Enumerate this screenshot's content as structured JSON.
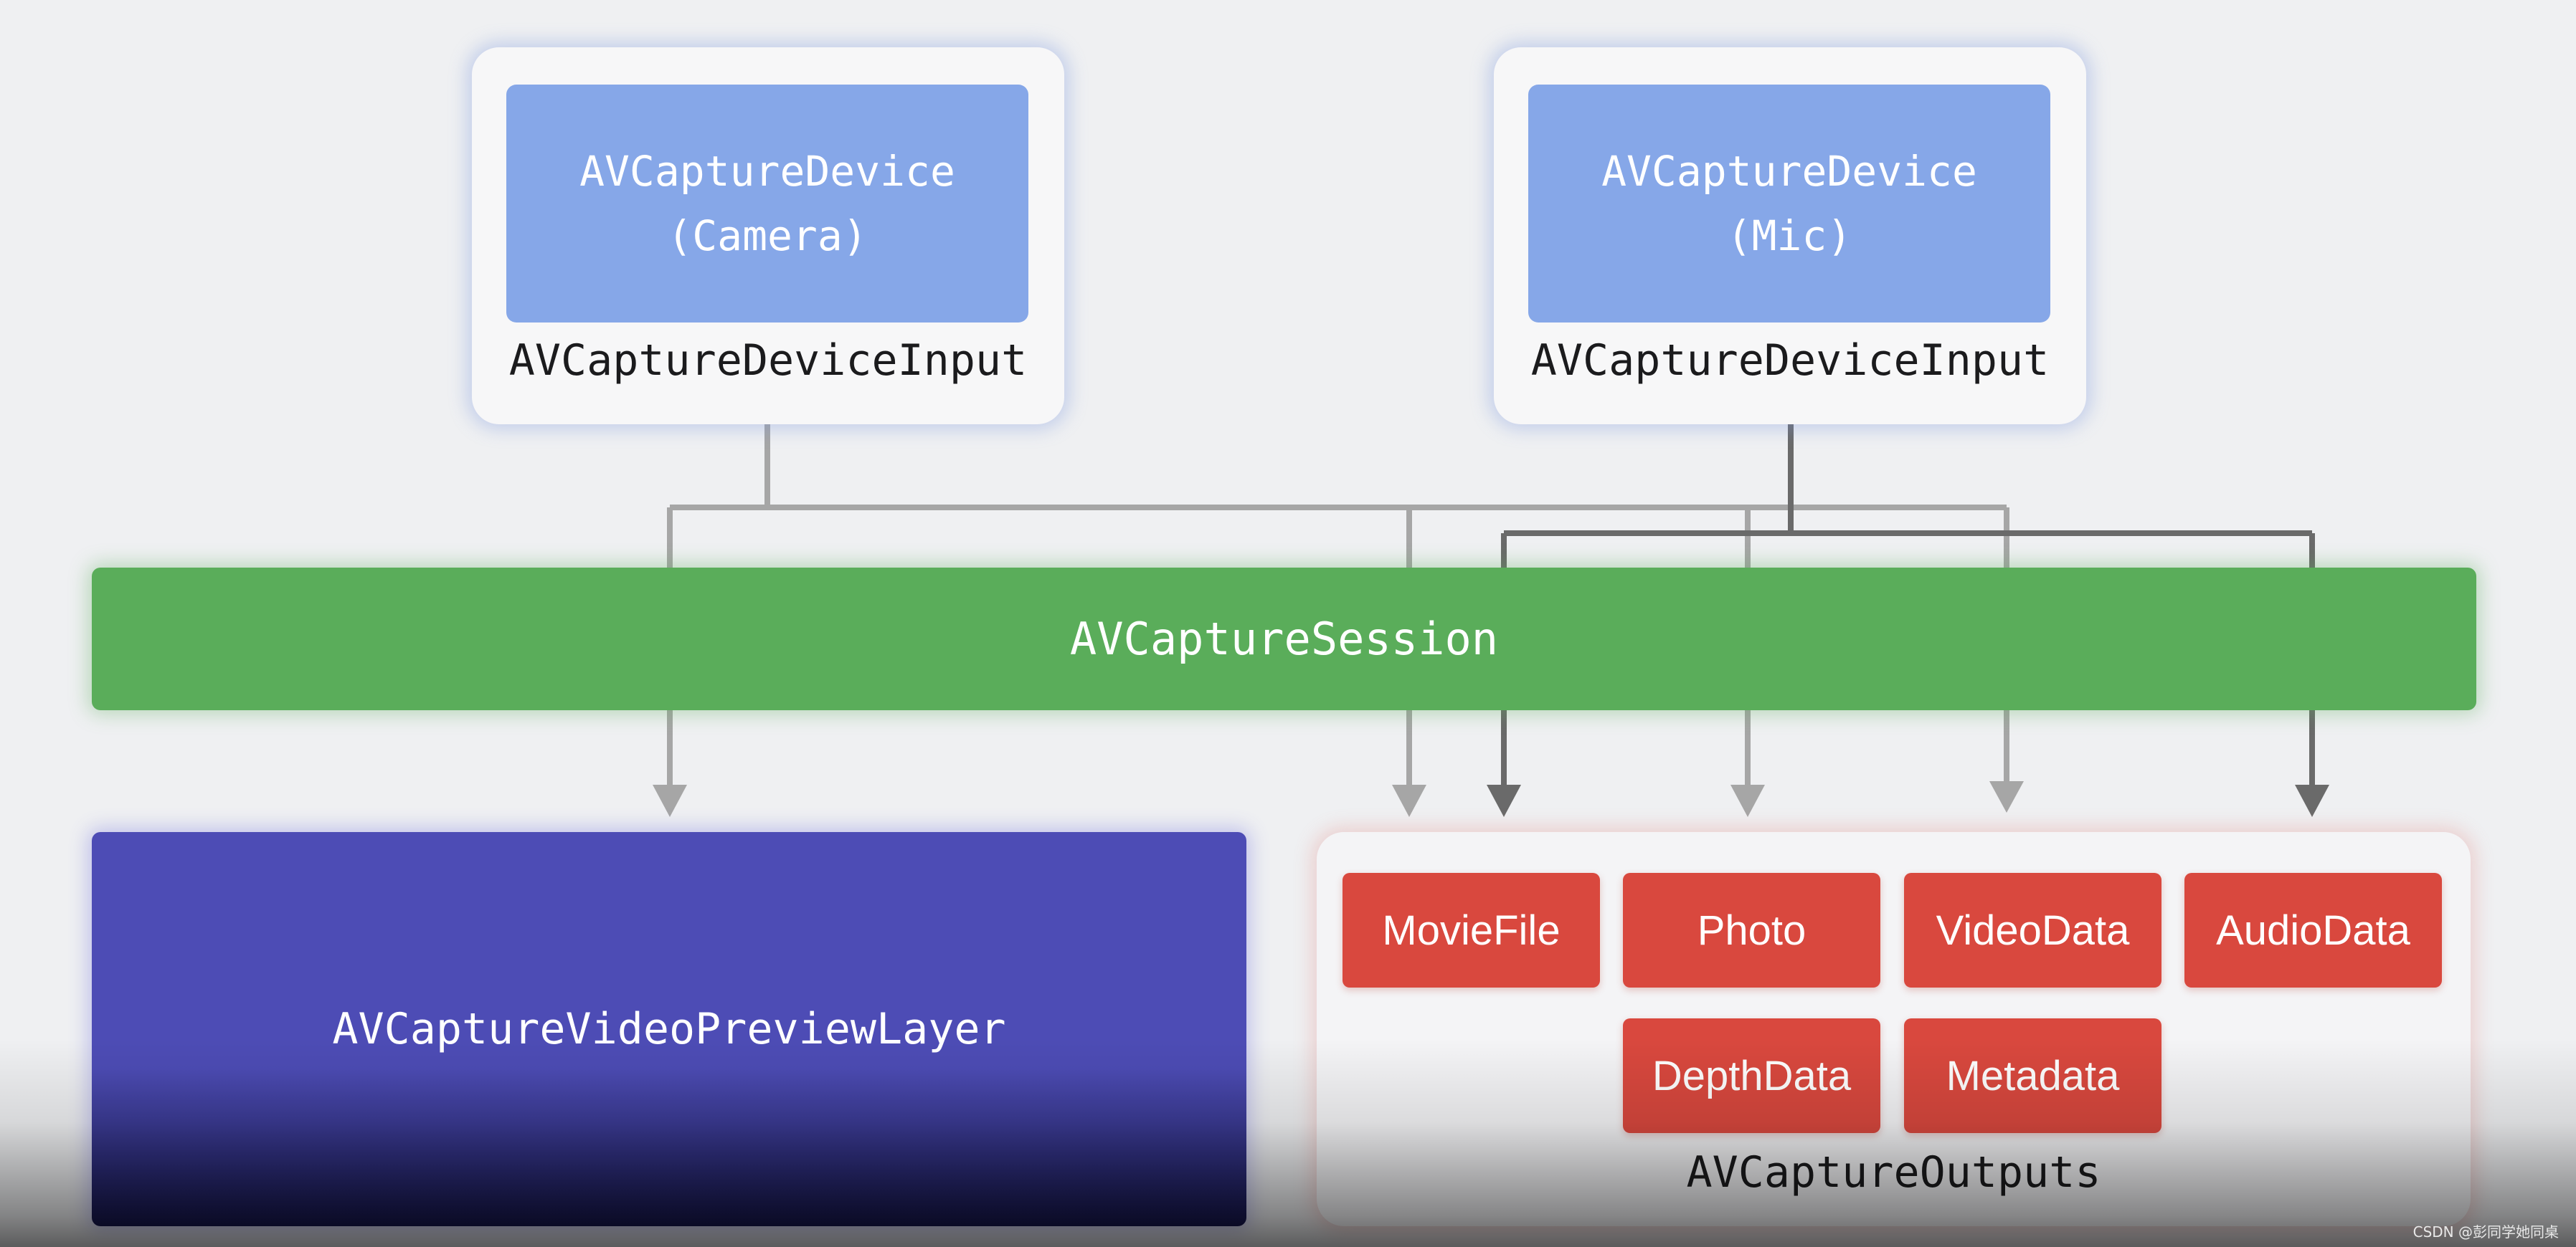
{
  "inputs": {
    "camera": {
      "device_line1": "AVCaptureDevice",
      "device_line2": "(Camera)",
      "label": "AVCaptureDeviceInput"
    },
    "mic": {
      "device_line1": "AVCaptureDevice",
      "device_line2": "(Mic)",
      "label": "AVCaptureDeviceInput"
    }
  },
  "session": {
    "label": "AVCaptureSession"
  },
  "preview": {
    "label": "AVCaptureVideoPreviewLayer"
  },
  "outputs": {
    "items": [
      "MovieFile",
      "Photo",
      "VideoData",
      "AudioData",
      "DepthData",
      "Metadata"
    ],
    "label": "AVCaptureOutputs"
  },
  "colors": {
    "device": "#86a7e8",
    "session": "#5aad5a",
    "preview": "#4d4cb5",
    "output": "#d9483e",
    "camera_connector": "#a6a6a6",
    "mic_connector": "#6a6a6a"
  },
  "watermark": "CSDN @彭同学她同桌"
}
